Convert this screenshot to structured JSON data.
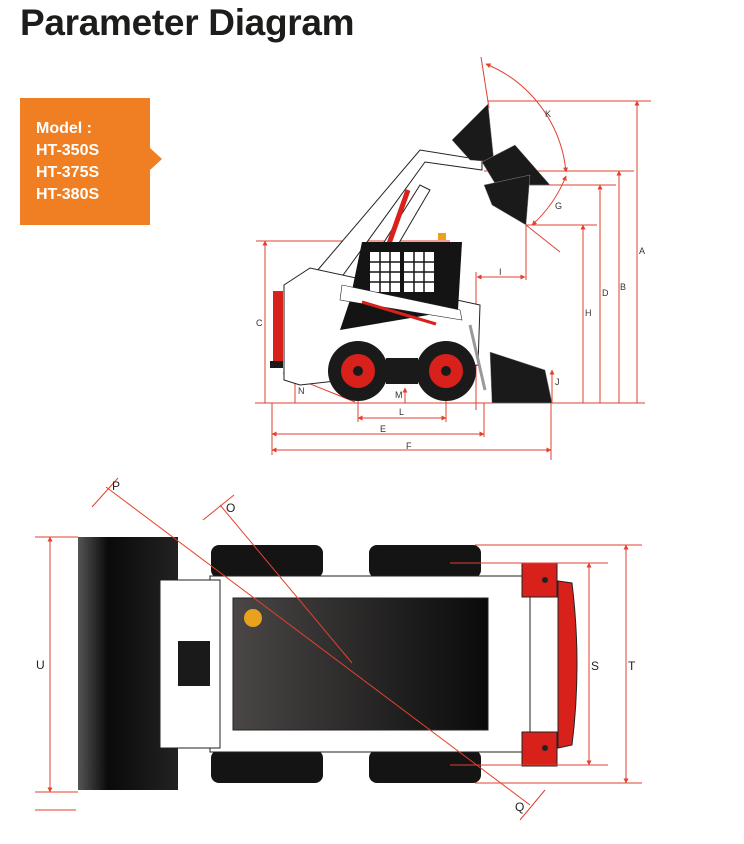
{
  "title": "Parameter Diagram",
  "model_box": {
    "heading": "Model :",
    "models": [
      "HT-350S",
      "HT-375S",
      "HT-380S"
    ],
    "color": "#f07f23"
  },
  "side_view": {
    "dimension_labels": {
      "A": "A",
      "B": "B",
      "C": "C",
      "D": "D",
      "E": "E",
      "F": "F",
      "G": "G",
      "H": "H",
      "I": "I",
      "J": "J",
      "K": "K",
      "L": "L",
      "M": "M",
      "N": "N"
    }
  },
  "top_view": {
    "dimension_labels": {
      "O": "O",
      "P": "P",
      "Q": "Q",
      "S": "S",
      "T": "T",
      "U": "U"
    }
  },
  "colors": {
    "dimension_line": "#e2412f",
    "machine_red": "#d9211c",
    "machine_black": "#141414",
    "beacon": "#e8a21d"
  }
}
